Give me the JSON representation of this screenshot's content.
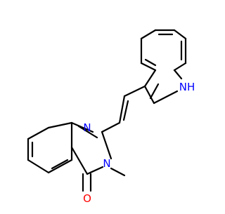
{
  "molecule": {
    "colors": {
      "carbon_bond": "#000000",
      "nitrogen": "#0000ff",
      "oxygen": "#ff0000",
      "background": "#ffffff"
    },
    "labels": {
      "indole_nh": "NH",
      "indole_h": "H",
      "indole_n": "N",
      "quinazoline_n1": "N",
      "quinazoline_n3": "N",
      "carbonyl_o": "O"
    }
  }
}
